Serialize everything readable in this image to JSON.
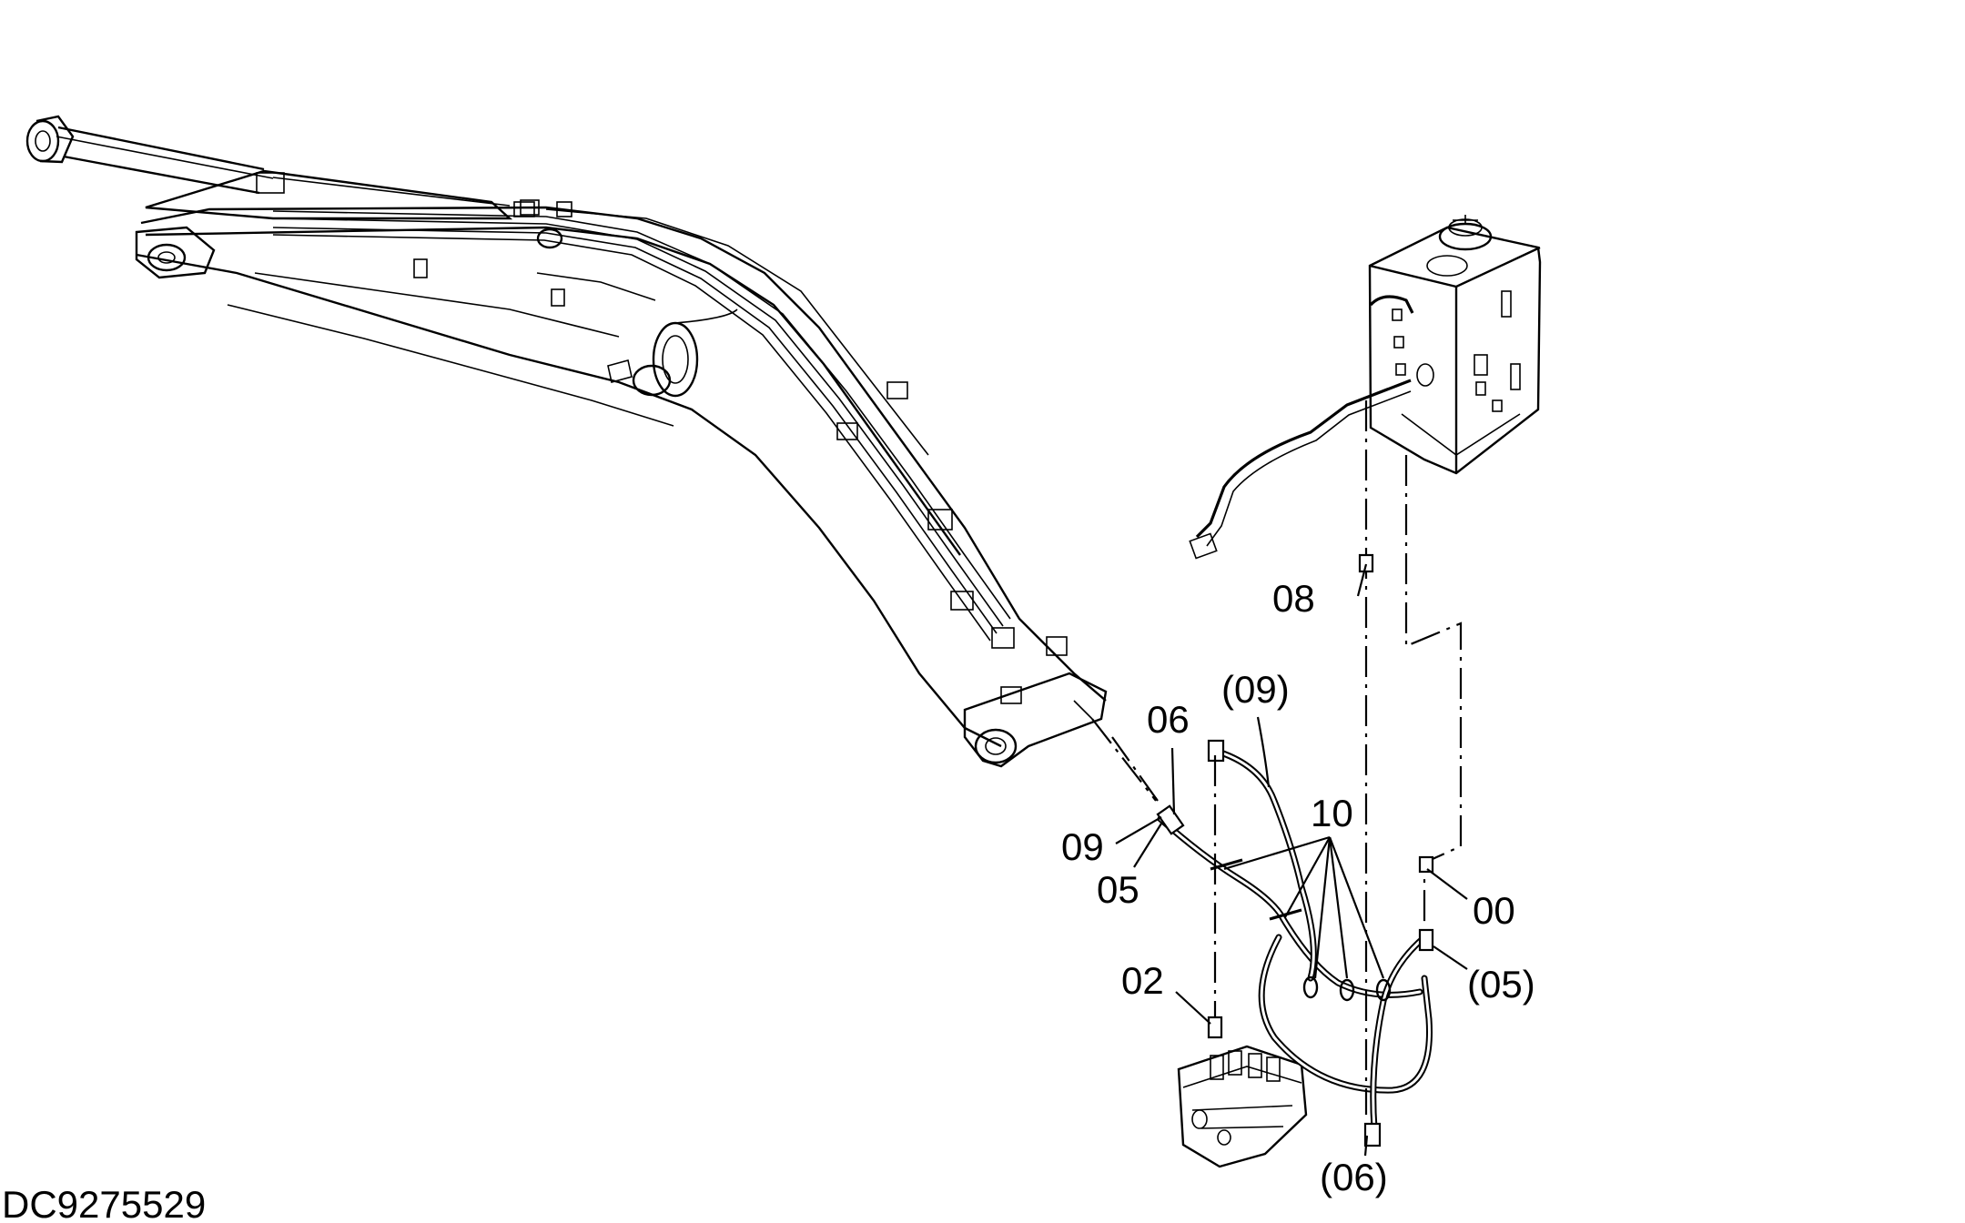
{
  "diagram": {
    "document_id": "DC9275529",
    "callouts": {
      "c08": "08",
      "c09p": "(09)",
      "c06": "06",
      "c10": "10",
      "c09": "09",
      "c05": "05",
      "c00": "00",
      "c02": "02",
      "c05p": "(05)",
      "c06p": "(06)"
    },
    "parts": [
      "boom-assembly",
      "hydraulic-tank",
      "control-valve",
      "hose-assembly"
    ]
  }
}
